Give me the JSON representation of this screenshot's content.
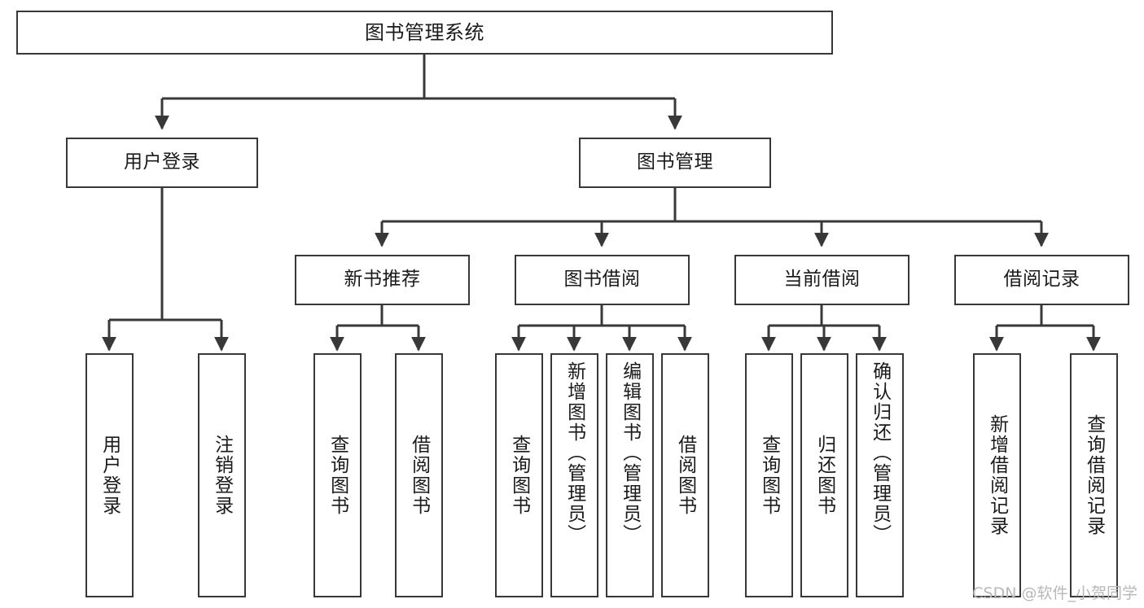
{
  "diagram": {
    "title": "图书管理系统",
    "type": "hierarchy-tree",
    "root": {
      "label": "图书管理系统"
    },
    "level2": [
      {
        "label": "用户登录"
      },
      {
        "label": "图书管理"
      }
    ],
    "level3": [
      {
        "label": "新书推荐"
      },
      {
        "label": "图书借阅"
      },
      {
        "label": "当前借阅"
      },
      {
        "label": "借阅记录"
      }
    ],
    "leaves": {
      "user_login": [
        {
          "label": "用户登录"
        },
        {
          "label": "注销登录"
        }
      ],
      "new_book_recommend": [
        {
          "label": "查询图书"
        },
        {
          "label": "借阅图书"
        }
      ],
      "book_borrow": [
        {
          "label": "查询图书"
        },
        {
          "label": "新增图书（管理员）"
        },
        {
          "label": "编辑图书（管理员）"
        },
        {
          "label": "借阅图书"
        }
      ],
      "current_borrow": [
        {
          "label": "查询图书"
        },
        {
          "label": "归还图书"
        },
        {
          "label": "确认归还（管理员）"
        }
      ],
      "borrow_record": [
        {
          "label": "新增借阅记录"
        },
        {
          "label": "查询借阅记录"
        }
      ]
    }
  },
  "watermark": {
    "text": "CSDN @软件_小贺同学"
  },
  "colors": {
    "stroke": "#383838",
    "text": "#1a1a1a",
    "background": "#ffffff",
    "watermark": "#b8b8b8"
  }
}
